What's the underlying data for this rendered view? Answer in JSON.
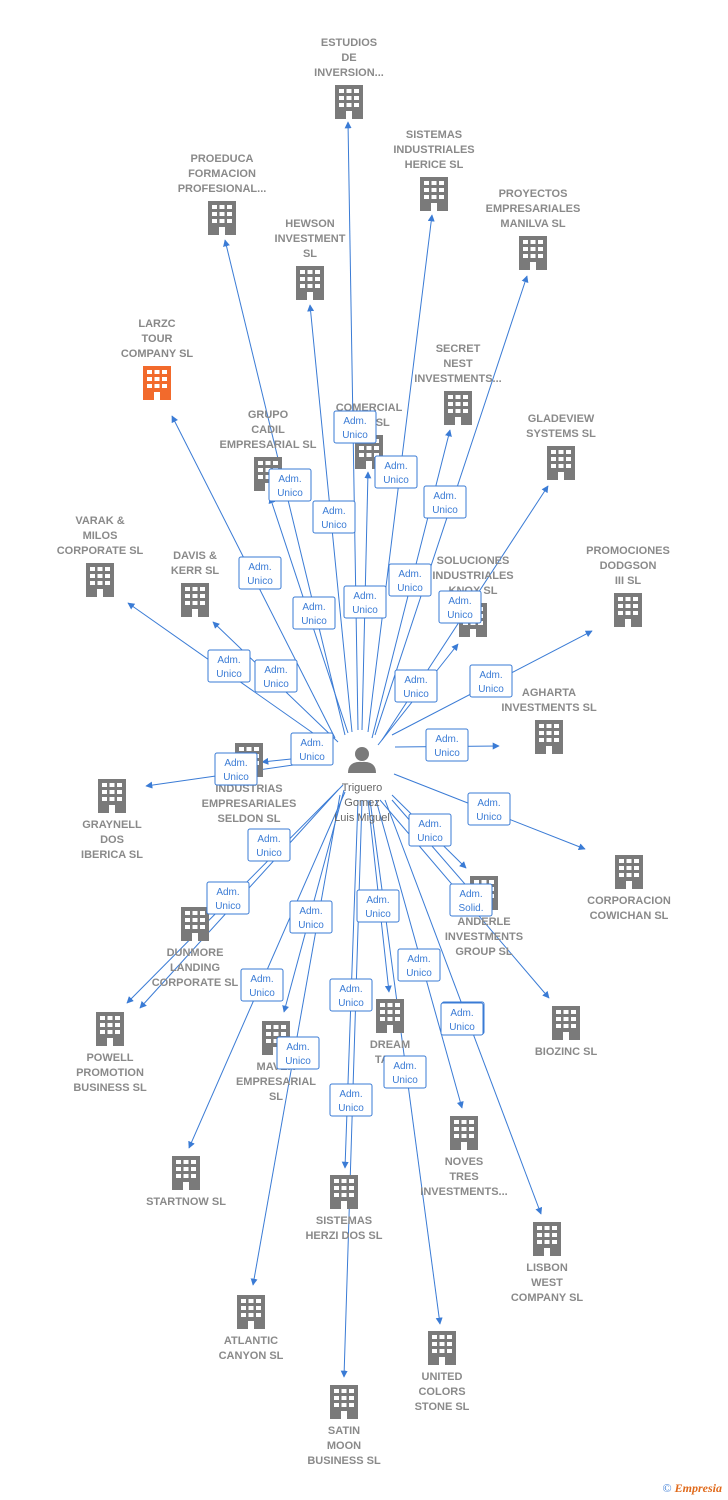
{
  "colors": {
    "edge": "#3a7bd5",
    "building": "#7a7a7a",
    "building_highlight": "#f26a2c",
    "label": "#8a8a8a",
    "person": "#7a7a7a"
  },
  "center": {
    "icon": "person-icon",
    "lines": [
      "Triguero",
      "Gomez",
      "Luis Miguel"
    ]
  },
  "companies": [
    {
      "id": "estudios",
      "lines": [
        "ESTUDIOS",
        "DE",
        "INVERSION..."
      ]
    },
    {
      "id": "proeduca",
      "lines": [
        "PROEDUCA",
        "FORMACION",
        "PROFESIONAL..."
      ]
    },
    {
      "id": "sistemas-herice",
      "lines": [
        "SISTEMAS",
        "INDUSTRIALES",
        "HERICE  SL"
      ]
    },
    {
      "id": "proyectos-manilva",
      "lines": [
        "PROYECTOS",
        "EMPRESARIALES",
        "MANILVA SL"
      ]
    },
    {
      "id": "hewson",
      "lines": [
        "HEWSON",
        "INVESTMENT",
        "SL"
      ]
    },
    {
      "id": "larzc",
      "lines": [
        "LARZC",
        "TOUR",
        "COMPANY  SL"
      ],
      "highlight": true
    },
    {
      "id": "secret-nest",
      "lines": [
        "SECRET",
        "NEST",
        "INVESTMENTS..."
      ]
    },
    {
      "id": "grupo-cadil",
      "lines": [
        "GRUPO",
        "CADIL",
        "EMPRESARIAL SL"
      ]
    },
    {
      "id": "comercial",
      "lines": [
        "COMERCIAL",
        "...EN SL"
      ]
    },
    {
      "id": "gladeview",
      "lines": [
        "GLADEVIEW",
        "SYSTEMS  SL"
      ]
    },
    {
      "id": "varak",
      "lines": [
        "VARAK &",
        "MILOS",
        "CORPORATE SL"
      ]
    },
    {
      "id": "davis-kerr",
      "lines": [
        "DAVIS &",
        "KERR SL"
      ]
    },
    {
      "id": "soluciones-knox",
      "lines": [
        "SOLUCIONES",
        "INDUSTRIALES",
        "KNOX SL"
      ]
    },
    {
      "id": "promociones-dodgson",
      "lines": [
        "PROMOCIONES",
        "DODGSON",
        "III SL"
      ]
    },
    {
      "id": "agharta",
      "lines": [
        "AGHARTA",
        "INVESTMENTS SL"
      ]
    },
    {
      "id": "industrias-seldon",
      "lines": [
        "INDUSTRIAS",
        "EMPRESARIALES",
        "SELDON SL"
      ]
    },
    {
      "id": "graynell",
      "lines": [
        "GRAYNELL",
        "DOS",
        "IBERICA  SL"
      ]
    },
    {
      "id": "corporacion-cowichan",
      "lines": [
        "CORPORACION",
        "COWICHAN SL"
      ]
    },
    {
      "id": "anderle",
      "lines": [
        "ANDERLE",
        "INVESTMENTS",
        "GROUP SL"
      ]
    },
    {
      "id": "dunmore",
      "lines": [
        "DUNMORE",
        "LANDING",
        "CORPORATE SL"
      ]
    },
    {
      "id": "biozinc",
      "lines": [
        "BIOZINC SL"
      ]
    },
    {
      "id": "powell",
      "lines": [
        "POWELL",
        "PROMOTION",
        "BUSINESS  SL"
      ]
    },
    {
      "id": "maver",
      "lines": [
        "MAVER",
        "EMPRESARIAL",
        "SL"
      ]
    },
    {
      "id": "dream-tas",
      "lines": [
        "DREAM",
        "TAS..."
      ]
    },
    {
      "id": "noves-tres",
      "lines": [
        "NOVES",
        "TRES",
        "INVESTMENTS..."
      ]
    },
    {
      "id": "startnow",
      "lines": [
        "STARTNOW SL"
      ]
    },
    {
      "id": "sistemas-herzi",
      "lines": [
        "SISTEMAS",
        "HERZI DOS SL"
      ]
    },
    {
      "id": "lisbon-west",
      "lines": [
        "LISBON",
        "WEST",
        "COMPANY  SL"
      ]
    },
    {
      "id": "atlantic-canyon",
      "lines": [
        "ATLANTIC",
        "CANYON SL"
      ]
    },
    {
      "id": "united-colors",
      "lines": [
        "UNITED",
        "COLORS",
        "STONE SL"
      ]
    },
    {
      "id": "satin-moon",
      "lines": [
        "SATIN",
        "MOON",
        "BUSINESS SL"
      ]
    }
  ],
  "edges": [
    {
      "target": "estudios",
      "badge": [
        "Adm.",
        "Unico"
      ]
    },
    {
      "target": "proeduca",
      "badge": [
        "Adm.",
        "Unico"
      ]
    },
    {
      "target": "sistemas-herice",
      "badge": [
        "Adm.",
        "Unico"
      ]
    },
    {
      "target": "proyectos-manilva",
      "badge": [
        "Adm.",
        "Unico"
      ]
    },
    {
      "target": "hewson",
      "badge": [
        "Adm.",
        "Unico"
      ]
    },
    {
      "target": "larzc",
      "badge": [
        "Adm.",
        "Unico"
      ]
    },
    {
      "target": "secret-nest",
      "badge": [
        "Adm.",
        "Unico"
      ]
    },
    {
      "target": "grupo-cadil",
      "badge": [
        "Adm.",
        "Unico"
      ]
    },
    {
      "target": "comercial",
      "badge": [
        "Adm.",
        "Unico"
      ]
    },
    {
      "target": "gladeview",
      "badge": [
        "Adm.",
        "Unico"
      ]
    },
    {
      "target": "varak",
      "badge": [
        "Adm.",
        "Unico"
      ]
    },
    {
      "target": "davis-kerr",
      "badge": [
        "Adm.",
        "Unico"
      ]
    },
    {
      "target": "soluciones-knox",
      "badge": [
        "Adm.",
        "Unico"
      ]
    },
    {
      "target": "promociones-dodgson",
      "badge": [
        "Adm.",
        "Unico"
      ]
    },
    {
      "target": "agharta",
      "badge": [
        "Adm.",
        "Unico"
      ]
    },
    {
      "target": "industrias-seldon",
      "badge": [
        "Adm.",
        "Unico"
      ]
    },
    {
      "target": "graynell",
      "badge": [
        "Adm.",
        "Unico"
      ]
    },
    {
      "target": "corporacion-cowichan",
      "badge": [
        "Adm.",
        "Unico"
      ]
    },
    {
      "target": "anderle",
      "badge": [
        "Adm.",
        "Unico"
      ]
    },
    {
      "target": "anderle",
      "badge": [
        "Adm.",
        "Solid."
      ]
    },
    {
      "target": "dunmore",
      "badge": [
        "Adm.",
        "Unico"
      ]
    },
    {
      "target": "biozinc",
      "badge": [
        "Adm.",
        "Unico"
      ]
    },
    {
      "target": "powell",
      "badge": [
        "Adm.",
        "Unico"
      ]
    },
    {
      "target": "maver",
      "badge": [
        "Adm.",
        "Unico"
      ]
    },
    {
      "target": "dream-tas",
      "badge": [
        "Adm.",
        "Unico"
      ]
    },
    {
      "target": "noves-tres",
      "badge": [
        "Adm.",
        "Unico"
      ]
    },
    {
      "target": "startnow",
      "badge": [
        "Adm.",
        "Unico"
      ]
    },
    {
      "target": "sistemas-herzi",
      "badge": [
        "Adm.",
        "Unico"
      ]
    },
    {
      "target": "lisbon-west",
      "badge": [
        "Adm.",
        "Unico"
      ]
    },
    {
      "target": "atlantic-canyon",
      "badge": [
        "Adm.",
        "Unico"
      ]
    },
    {
      "target": "united-colors",
      "badge": [
        "Adm.",
        "Unico"
      ]
    },
    {
      "target": "satin-moon",
      "badge": [
        "Adm.",
        "Unico"
      ]
    }
  ],
  "footer": {
    "copyright": "©",
    "brand": "Empresia"
  }
}
